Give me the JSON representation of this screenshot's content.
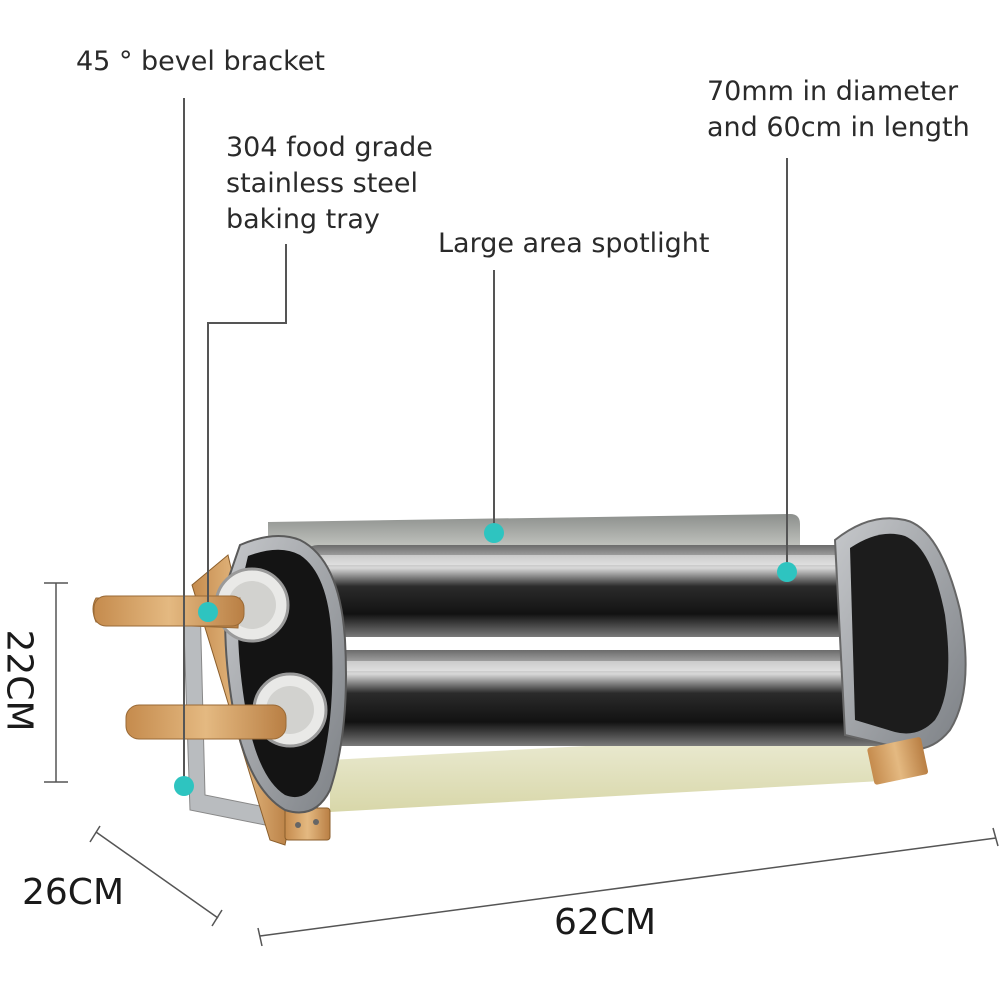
{
  "callouts": {
    "bracket": "45 ° bevel bracket",
    "tray_line1": "304 food grade",
    "tray_line2": "stainless steel",
    "tray_line3": "baking tray",
    "spotlight": "Large area spotlight",
    "tube_line1": "70mm in diameter",
    "tube_line2": "and 60cm in length"
  },
  "dimensions": {
    "height": "22CM",
    "depth": "26CM",
    "length": "62CM"
  },
  "colors": {
    "dot": "#2ec4c0",
    "leader": "#555555",
    "wood": "#d9a86a",
    "steel": "#9a9ea3"
  }
}
